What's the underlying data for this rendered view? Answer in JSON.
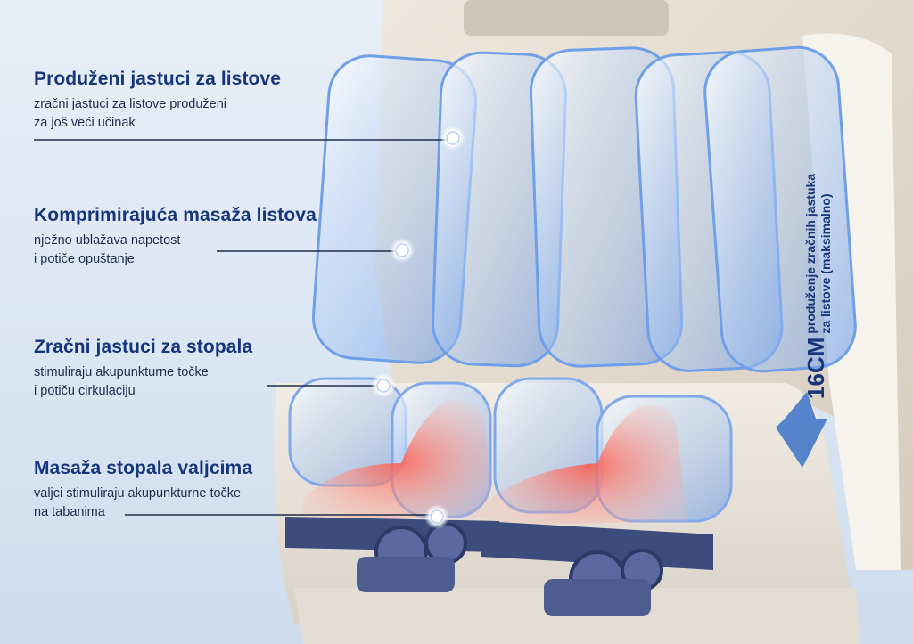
{
  "callouts": [
    {
      "title": "Produženi jastuci za listove",
      "text": "zračni jastuci za listove produženi\nza još veći učinak"
    },
    {
      "title": "Komprimirajuća masaža listova",
      "text": "nježno ublažava napetost\ni potiče opuštanje"
    },
    {
      "title": "Zračni jastuci za stopala",
      "text": "stimuliraju akupunkturne točke\ni potiču cirkulaciju"
    },
    {
      "title": "Masaža stopala valjcima",
      "text": "valjci stimuliraju akupunkturne točke\nna tabanima"
    }
  ],
  "extension": {
    "value": "16CM",
    "line1": "produženje zračnih jastuka",
    "line2": "za listove (maksimalno)"
  },
  "colors": {
    "title": "#16357a",
    "body_text": "#1f2d4a",
    "airbag_blue": "#8fb7ee",
    "roller": "#394a7a",
    "chair": "#e9e1d6",
    "heat": "#ff7b6b"
  }
}
